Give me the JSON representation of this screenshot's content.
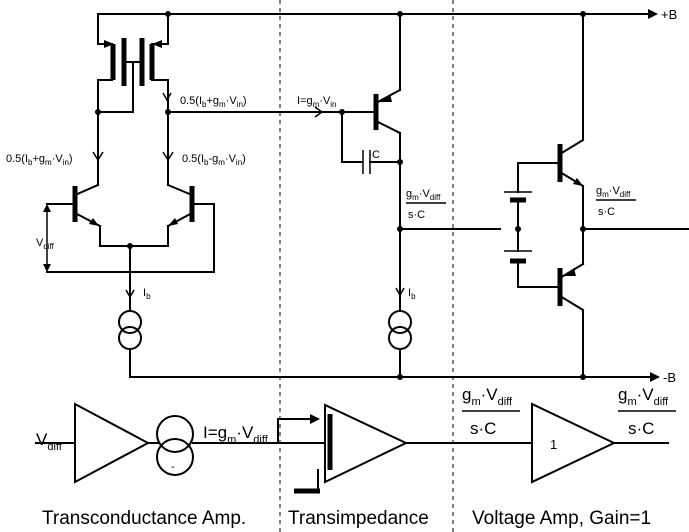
{
  "rails": {
    "pos": "+B",
    "neg": "-B"
  },
  "labels": {
    "i_half_sum": "0.5(I_b+g_m·V_in)",
    "i_left": "0.5(I_b+g_m·V_in)",
    "i_right": "0.5(I_b-g_m·V_in)",
    "i_gm": "I=g_m·V_in",
    "cap": "C",
    "vdiff": "V_diff",
    "ib_left": "I_b",
    "ib_right": "I_b",
    "node_num": "g_m·V_diff",
    "node_den": "s·C",
    "out_num": "g_m·V_diff",
    "out_den": "s·C"
  },
  "block": {
    "vdiff": "V_diff",
    "i_gm": "I=g_m·V_diff",
    "mid_num": "g_m·V_diff",
    "mid_den": "s·C",
    "gain": "1",
    "out_num": "g_m·V_diff",
    "out_den": "s·C"
  },
  "sections": [
    "Transconductance Amp.",
    "Transimpedance",
    "Voltage Amp, Gain=1"
  ]
}
